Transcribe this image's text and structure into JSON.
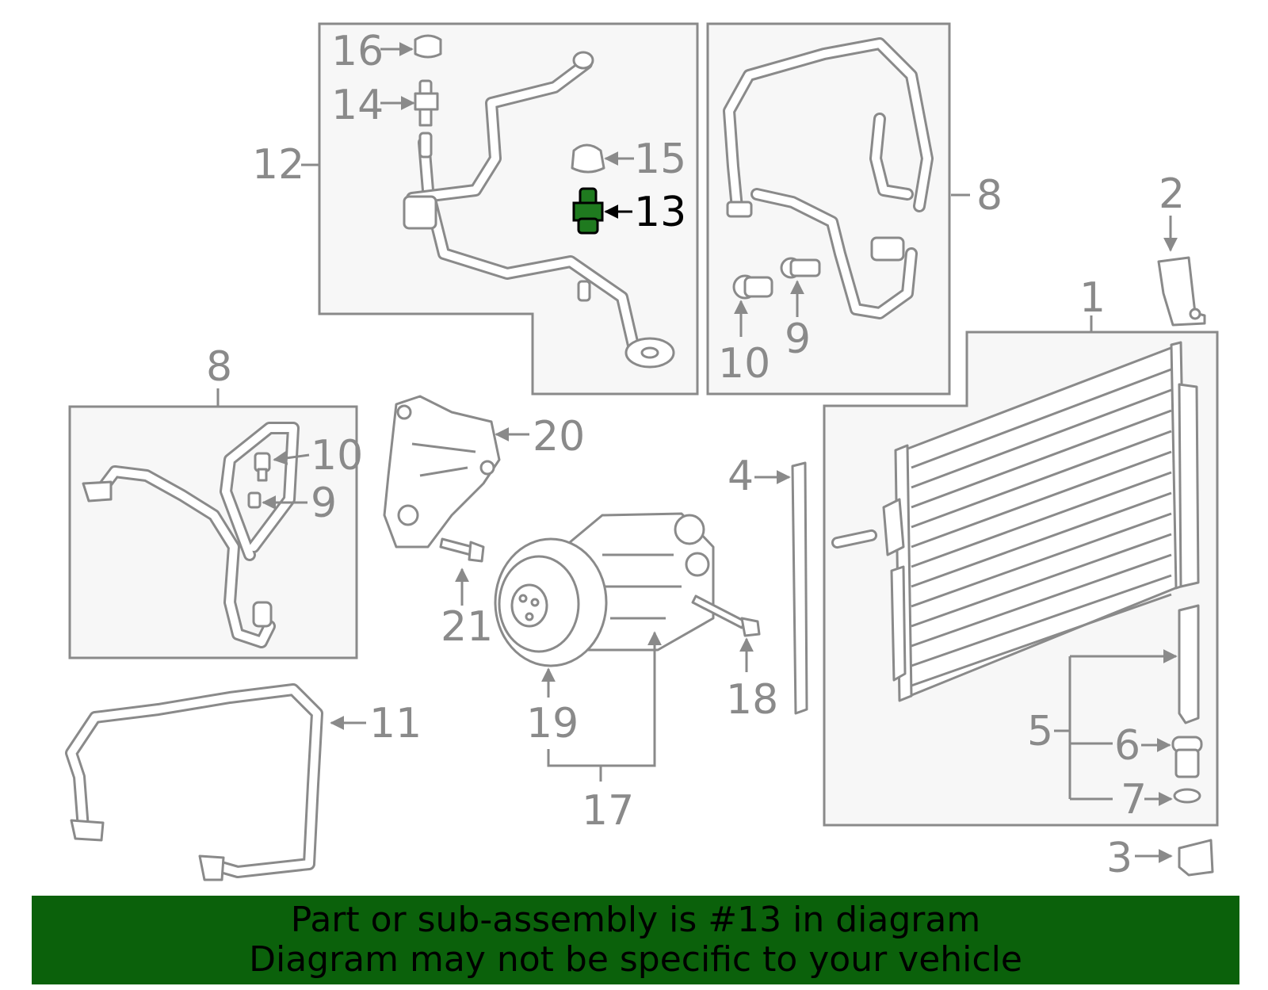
{
  "diagram": {
    "highlight_color": "#1f7a1f",
    "callouts": {
      "c1": "1",
      "c2": "2",
      "c3": "3",
      "c4": "4",
      "c5": "5",
      "c6": "6",
      "c7": "7",
      "c8a": "8",
      "c8b": "8",
      "c9a": "9",
      "c9b": "9",
      "c10a": "10",
      "c10b": "10",
      "c11": "11",
      "c12": "12",
      "c13": "13",
      "c14": "14",
      "c15": "15",
      "c16": "16",
      "c17": "17",
      "c18": "18",
      "c19": "19",
      "c20": "20",
      "c21": "21"
    }
  },
  "banner": {
    "line1": "Part or sub-assembly is #13 in diagram",
    "line2": "Diagram may not be specific to your vehicle",
    "background": "#0b610b"
  }
}
